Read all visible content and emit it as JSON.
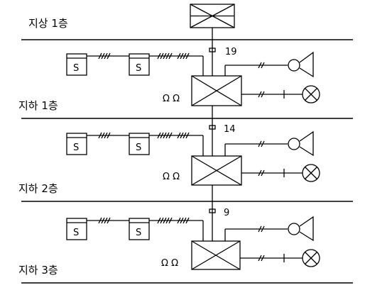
{
  "floors": [
    {
      "label": "지상 1층"
    },
    {
      "label": "지하 1층"
    },
    {
      "label": "지하 2층"
    },
    {
      "label": "지하 3층"
    }
  ],
  "wire_counts": [
    "19",
    "14",
    "9"
  ],
  "sensor_label": "S",
  "resistor_symbol": "Ω Ω"
}
